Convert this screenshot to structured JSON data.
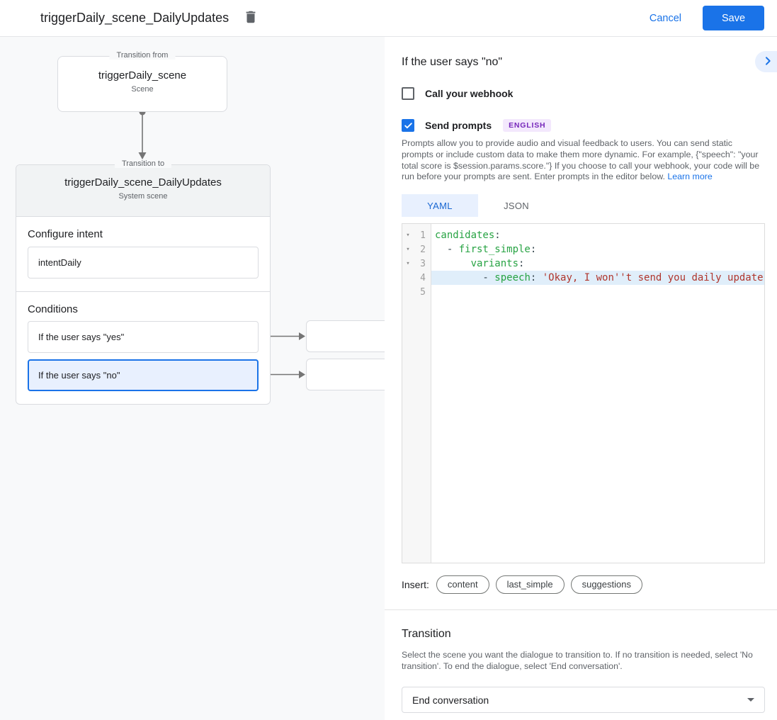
{
  "header": {
    "title": "triggerDaily_scene_DailyUpdates",
    "cancel_label": "Cancel",
    "save_label": "Save"
  },
  "diagram": {
    "from_node": {
      "legend": "Transition from",
      "title": "triggerDaily_scene",
      "subtitle": "Scene"
    },
    "to_node": {
      "legend": "Transition to",
      "title": "triggerDaily_scene_DailyUpdates",
      "subtitle": "System scene"
    },
    "configure_intent": {
      "label": "Configure intent",
      "value": "intentDaily"
    },
    "conditions": {
      "label": "Conditions",
      "items": [
        {
          "label": "If the user says \"yes\"",
          "selected": false
        },
        {
          "label": "If the user says \"no\"",
          "selected": true
        }
      ]
    }
  },
  "panel": {
    "title": "If the user says \"no\"",
    "webhook": {
      "label": "Call your webhook",
      "checked": false
    },
    "prompts": {
      "label": "Send prompts",
      "checked": true,
      "badge": "ENGLISH"
    },
    "description": "Prompts allow you to provide audio and visual feedback to users. You can send static prompts or include custom data to make them more dynamic. For example, {\"speech\": \"your total score is $session.params.score.\"} If you choose to call your webhook, your code will be run before your prompts are sent. Enter prompts in the editor below.",
    "learn_more": "Learn more",
    "tabs": [
      {
        "id": "yaml",
        "label": "YAML",
        "active": true
      },
      {
        "id": "json",
        "label": "JSON",
        "active": false
      }
    ],
    "editor": {
      "lines": [
        {
          "n": "1",
          "fold": true,
          "hl": false,
          "segs": [
            {
              "c": "key",
              "t": "candidates"
            },
            {
              "c": "p",
              "t": ":"
            }
          ]
        },
        {
          "n": "2",
          "fold": true,
          "hl": false,
          "segs": [
            {
              "c": "p",
              "t": "  - "
            },
            {
              "c": "key",
              "t": "first_simple"
            },
            {
              "c": "p",
              "t": ":"
            }
          ]
        },
        {
          "n": "3",
          "fold": true,
          "hl": false,
          "segs": [
            {
              "c": "p",
              "t": "      "
            },
            {
              "c": "key",
              "t": "variants"
            },
            {
              "c": "p",
              "t": ":"
            }
          ]
        },
        {
          "n": "4",
          "fold": false,
          "hl": true,
          "segs": [
            {
              "c": "p",
              "t": "        - "
            },
            {
              "c": "key",
              "t": "speech"
            },
            {
              "c": "p",
              "t": ": "
            },
            {
              "c": "str",
              "t": "'Okay, I won''t send you daily update"
            }
          ]
        },
        {
          "n": "5",
          "fold": false,
          "hl": false,
          "segs": []
        }
      ]
    },
    "insert": {
      "label": "Insert:",
      "chips": [
        "content",
        "last_simple",
        "suggestions"
      ]
    },
    "transition": {
      "title": "Transition",
      "description": "Select the scene you want the dialogue to transition to. If no transition is needed, select 'No transition'. To end the dialogue, select 'End conversation'.",
      "value": "End conversation"
    }
  },
  "colors": {
    "accent": "#1a73e8",
    "selected_bg": "#e8f0fe",
    "code_key": "#27a343",
    "code_string": "#b0352c"
  }
}
